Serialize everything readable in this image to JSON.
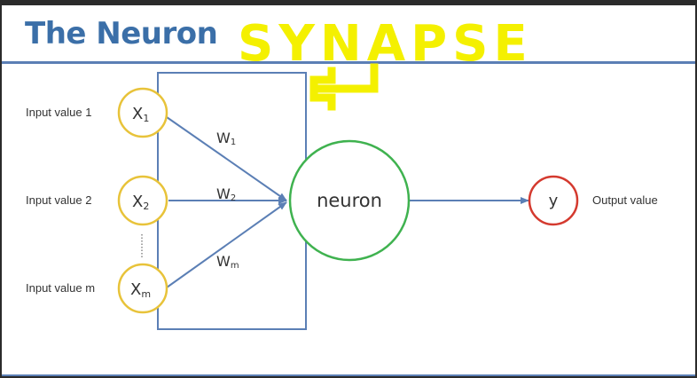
{
  "slide": {
    "title": "The Neuron"
  },
  "annotation": {
    "text": "SYNAPSE",
    "color": "#f4f000"
  },
  "diagram": {
    "inputs": [
      {
        "label": "Input value 1",
        "symbol": "X",
        "subscript": "1"
      },
      {
        "label": "Input value 2",
        "symbol": "X",
        "subscript": "2"
      },
      {
        "label": "Input value m",
        "symbol": "X",
        "subscript": "m"
      }
    ],
    "weights": [
      {
        "symbol": "W",
        "subscript": "1"
      },
      {
        "symbol": "W",
        "subscript": "2"
      },
      {
        "symbol": "W",
        "subscript": "m"
      }
    ],
    "neuron": {
      "label": "neuron"
    },
    "output": {
      "symbol": "y",
      "label": "Output value"
    },
    "colors": {
      "input_circle": "#e8c33a",
      "neuron_circle": "#3fb24f",
      "output_circle": "#d43a2f",
      "arrow": "#5b7fb5",
      "box": "#5b7fb5"
    }
  }
}
